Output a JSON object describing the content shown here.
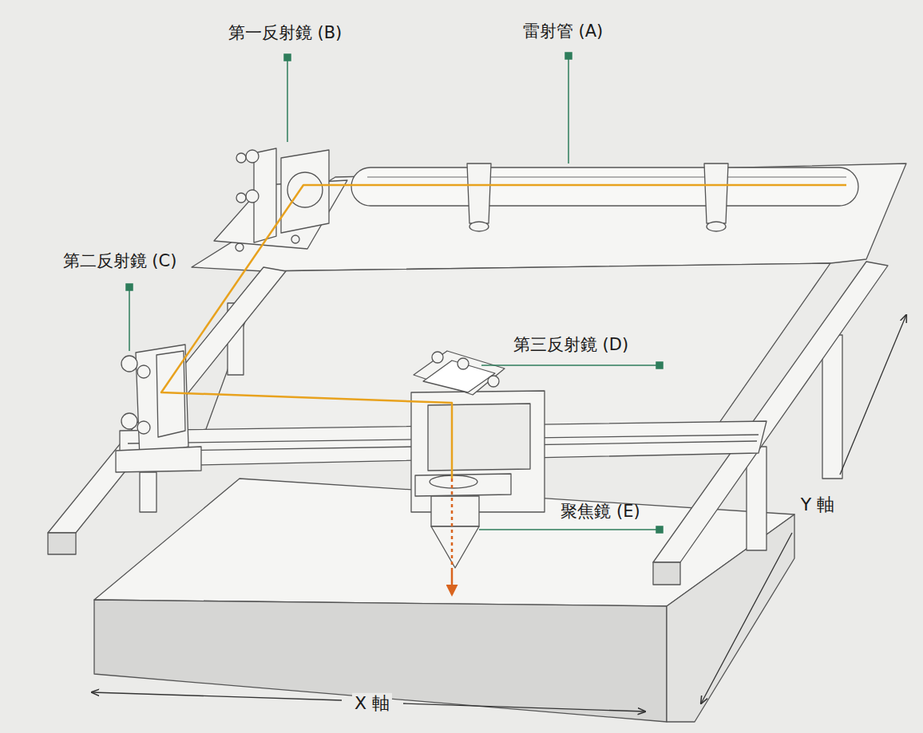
{
  "diagram": {
    "labels": [
      "第一反射鏡 (B)",
      "雷射管 (A)",
      "第二反射鏡 (C)",
      "第三反射鏡 (D)",
      "聚焦鏡 (E)",
      "Y 軸",
      "X 軸"
    ]
  }
}
